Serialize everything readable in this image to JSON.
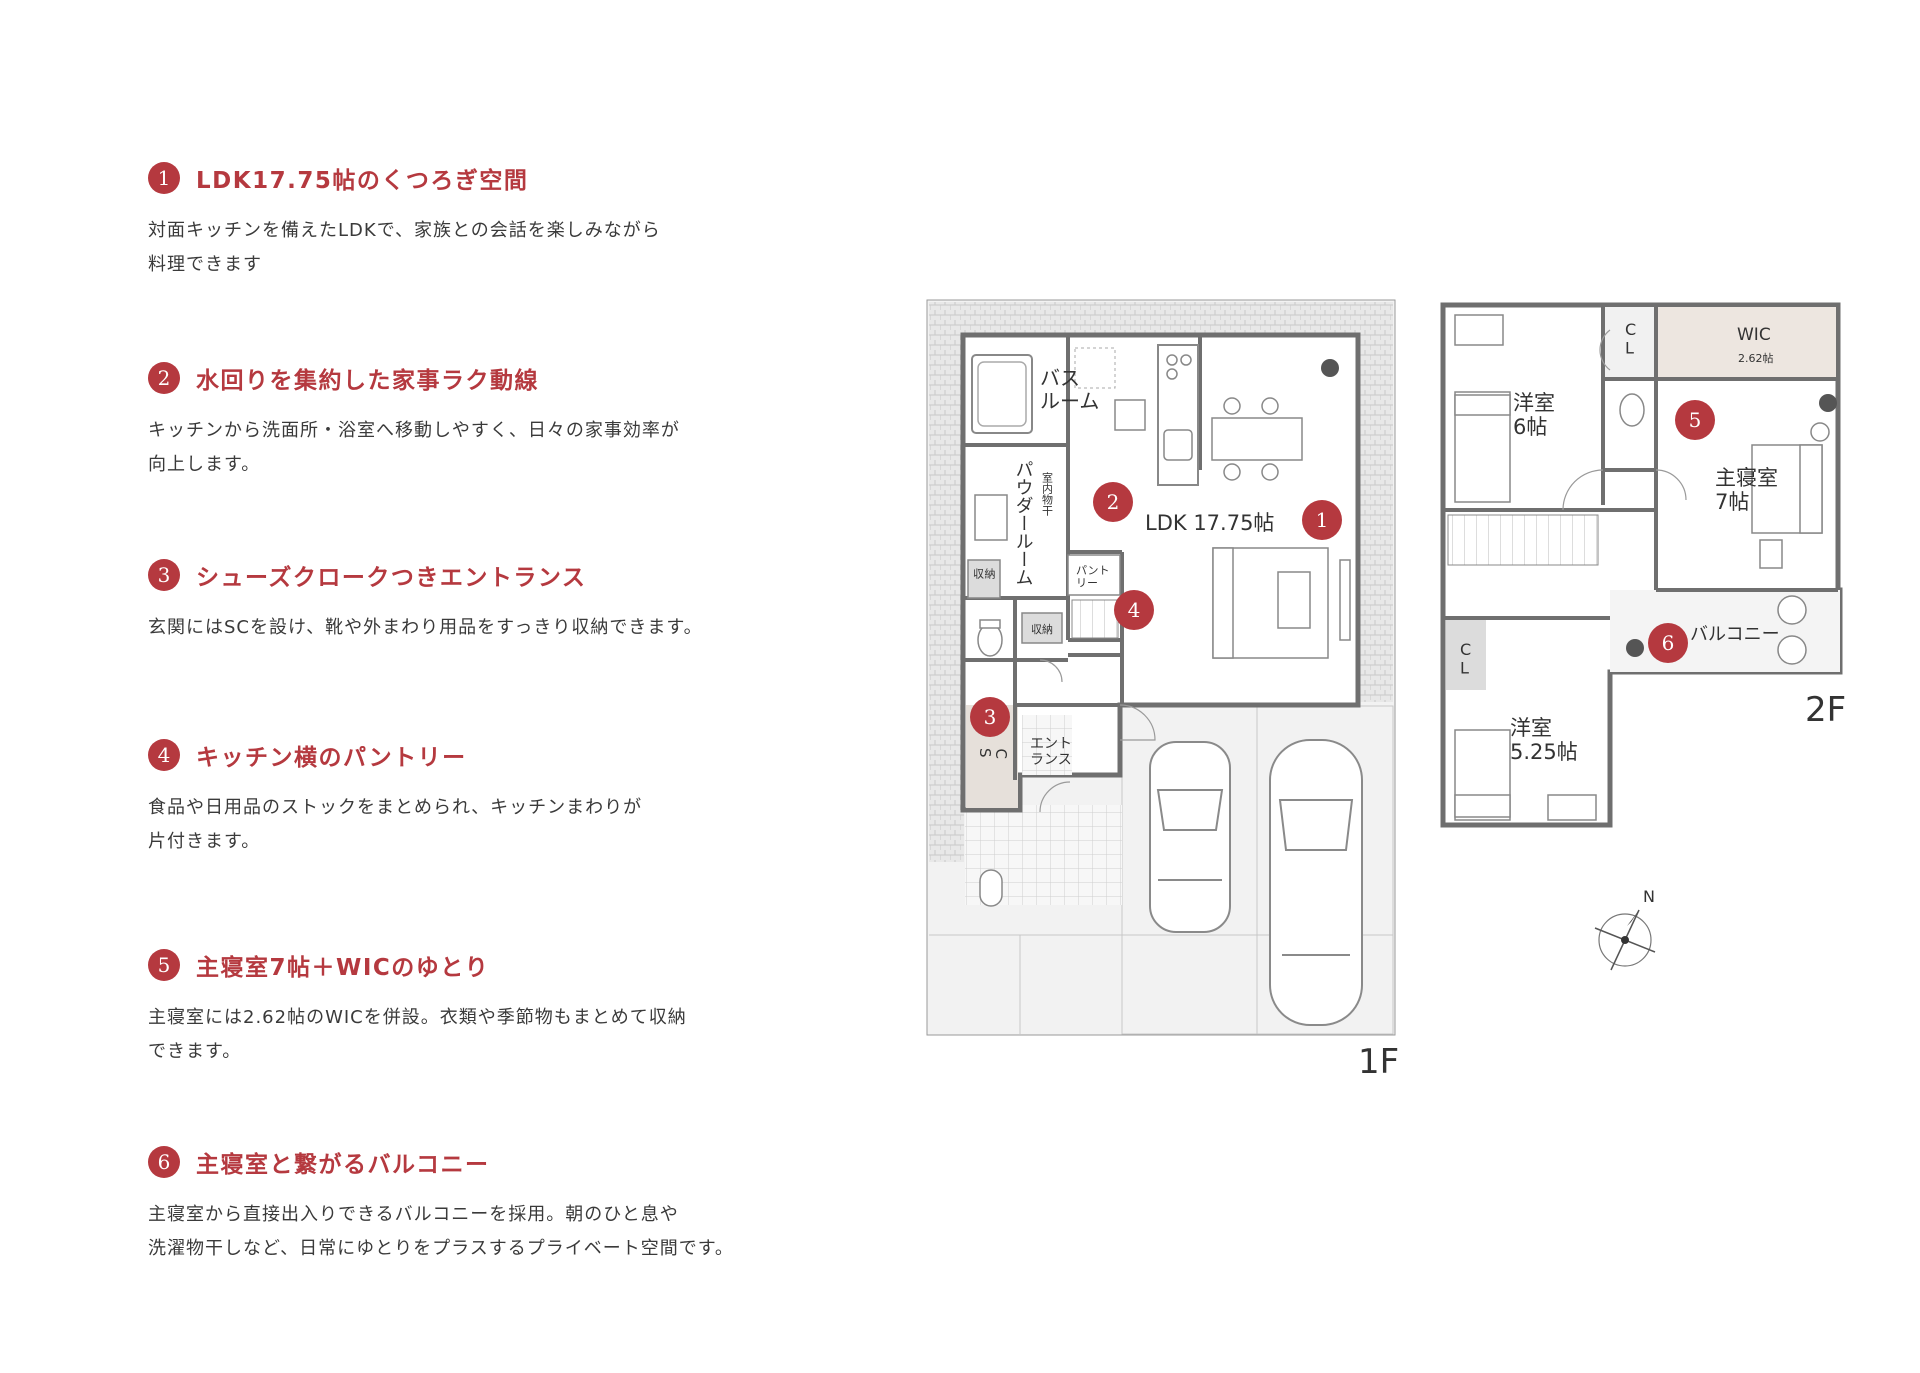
{
  "features": [
    {
      "num": "1",
      "title": "LDK17.75帖のくつろぎ空間",
      "body": "対面キッチンを備えたLDKで、家族との会話を楽しみながら\n料理できます"
    },
    {
      "num": "2",
      "title": "水回りを集約した家事ラク動線",
      "body": "キッチンから洗面所・浴室へ移動しやすく、日々の家事効率が\n向上します。"
    },
    {
      "num": "3",
      "title": "シューズクロークつきエントランス",
      "body": "玄関にはSCを設け、靴や外まわり用品をすっきり収納できます。"
    },
    {
      "num": "4",
      "title": "キッチン横のパントリー",
      "body": "食品や日用品のストックをまとめられ、キッチンまわりが\n片付きます。"
    },
    {
      "num": "5",
      "title": "主寝室7帖＋WICのゆとり",
      "body": "主寝室には2.62帖のWICを併設。衣類や季節物もまとめて収納\nできます。"
    },
    {
      "num": "6",
      "title": "主寝室と繋がるバルコニー",
      "body": "主寝室から直接出入りできるバルコニーを採用。朝のひと息や\n洗濯物干しなど、日常にゆとりをプラスするプライベート空間です。"
    }
  ],
  "plan_1f": {
    "floor_label": "1F",
    "bath": "バス\nルーム",
    "powder": "パウダールーム",
    "indoor_dry": "室内物干",
    "ldk": "LDK 17.75帖",
    "pantry": "パント\nリー",
    "storage_a": "収\n納",
    "storage_b": "収納",
    "sc": "S\nC",
    "entrance": "エント\nランス",
    "markers": [
      "1",
      "2",
      "3",
      "4"
    ]
  },
  "plan_2f": {
    "floor_label": "2F",
    "room1": "洋室\n6帖",
    "cl1": "C\nL",
    "wic": "WIC",
    "wic_size": "2.62帖",
    "master": "主寝室\n7帖",
    "balcony": "バルコニー",
    "cl2": "C\nL",
    "room2": "洋室\n5.25帖",
    "markers": [
      "5",
      "6"
    ]
  },
  "compass": {
    "north": "N"
  },
  "colors": {
    "accent": "#b5393f",
    "wall": "#7a7a7a",
    "ground": "#ececec"
  }
}
